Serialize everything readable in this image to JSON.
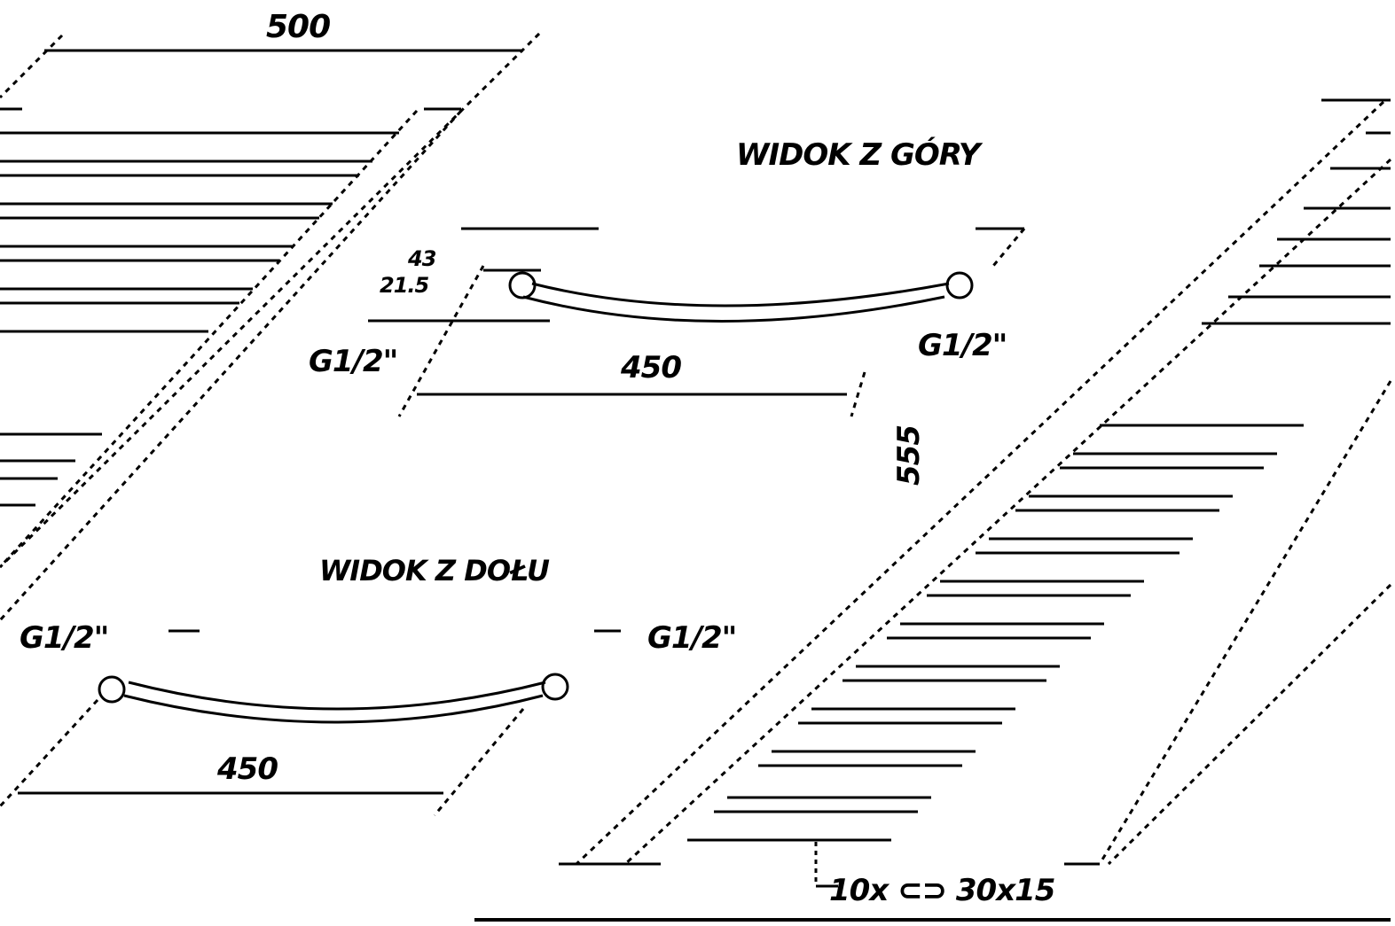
{
  "drawing": {
    "width_dim": "500",
    "height_dim": "555",
    "top_view_title": "WIDOK Z GÓRY",
    "bottom_view_title": "WIDOK Z DOŁU",
    "top_view": {
      "depth_dim_1": "43",
      "depth_dim_2": "21.5",
      "left_connection": "G1/2\"",
      "right_connection": "G1/2\"",
      "spacing_dim": "450"
    },
    "bottom_view": {
      "left_connection": "G1/2\"",
      "right_connection": "G1/2\"",
      "spacing_dim": "450"
    },
    "tube_spec": "10x ⊂⊃ 30x15",
    "line_color": "#000000"
  }
}
